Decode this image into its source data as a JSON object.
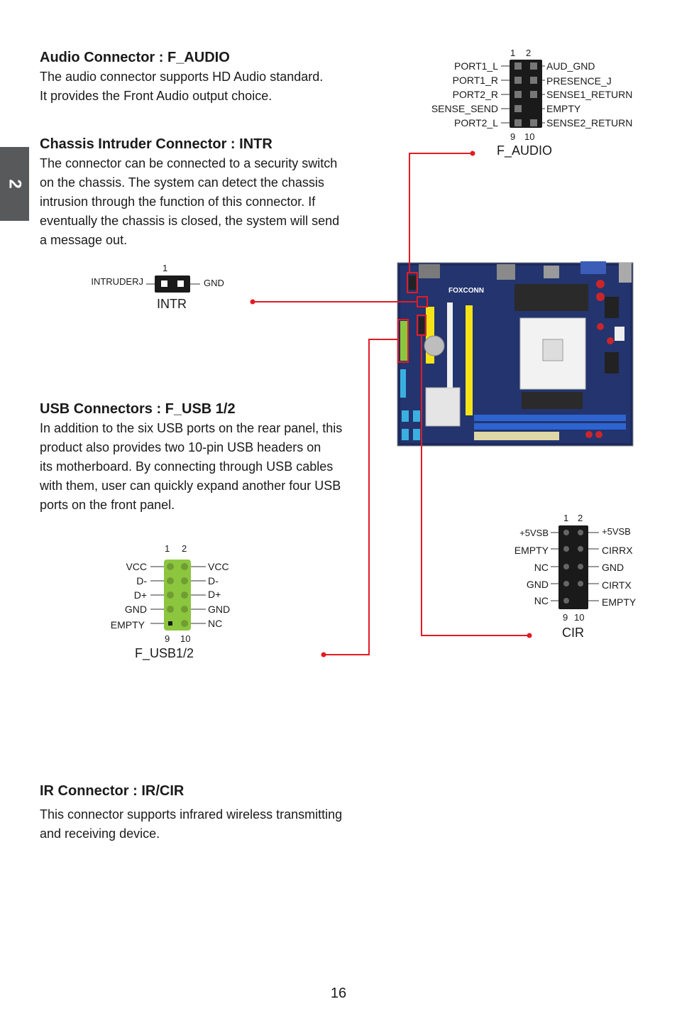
{
  "chapter_tab": "2",
  "audio": {
    "heading": "Audio Connector : F_AUDIO",
    "lines": [
      "The audio connector supports HD Audio standard.",
      "It provides the Front Audio output choice."
    ],
    "caption": "F_AUDIO",
    "pin_top": [
      "1",
      "2"
    ],
    "pin_bottom": [
      "9",
      "10"
    ],
    "left_labels": [
      "PORT1_L",
      "PORT1_R",
      "PORT2_R",
      "SENSE_SEND",
      "PORT2_L"
    ],
    "right_labels": [
      "AUD_GND",
      "PRESENCE_J",
      "SENSE1_RETURN",
      "EMPTY",
      "SENSE2_RETURN"
    ]
  },
  "intr": {
    "heading": "Chassis Intruder Connector : INTR",
    "lines": [
      "The connector can be connected to a security switch",
      "on the chassis. The system can detect the chassis",
      "intrusion through the function of this connector. If",
      "eventually the chassis is closed, the system will send",
      "a message out."
    ],
    "caption": "INTR",
    "pin_one": "1",
    "left_label": "INTRUDERJ",
    "right_label": "GND"
  },
  "usb": {
    "heading": "USB Connectors : F_USB 1/2",
    "lines": [
      "In addition to the six USB ports on the rear panel, this",
      "product also provides two 10-pin USB headers on",
      "its motherboard. By connecting through USB cables",
      "with them, user can quickly expand another four USB",
      "ports on the front panel."
    ],
    "caption": "F_USB1/2",
    "pin_top": [
      "1",
      "2"
    ],
    "pin_bottom": [
      "9",
      "10"
    ],
    "left_labels": [
      "VCC",
      "D-",
      "D+",
      "GND",
      "EMPTY"
    ],
    "right_labels": [
      "VCC",
      "D-",
      "D+",
      "GND",
      "NC"
    ]
  },
  "cir": {
    "heading": "IR Connector : IR/CIR",
    "lines": [
      "This connector supports infrared wireless transmitting",
      "and receiving device."
    ],
    "caption": "CIR",
    "pin_top": [
      "1",
      "2"
    ],
    "pin_bottom": [
      "9",
      "10"
    ],
    "left_labels": [
      "+5VSB",
      "EMPTY",
      "NC",
      "GND",
      "NC"
    ],
    "right_labels": [
      "+5VSB",
      "CIRRX",
      "GND",
      "CIRTX",
      "EMPTY"
    ]
  },
  "board_brand": "FOXCONN",
  "colors": {
    "accent_red": "#e31b23",
    "tab_gray": "#58595b",
    "header_green": "#8cc63f",
    "board_blue": "#1c2a5e"
  },
  "page_number": "16"
}
